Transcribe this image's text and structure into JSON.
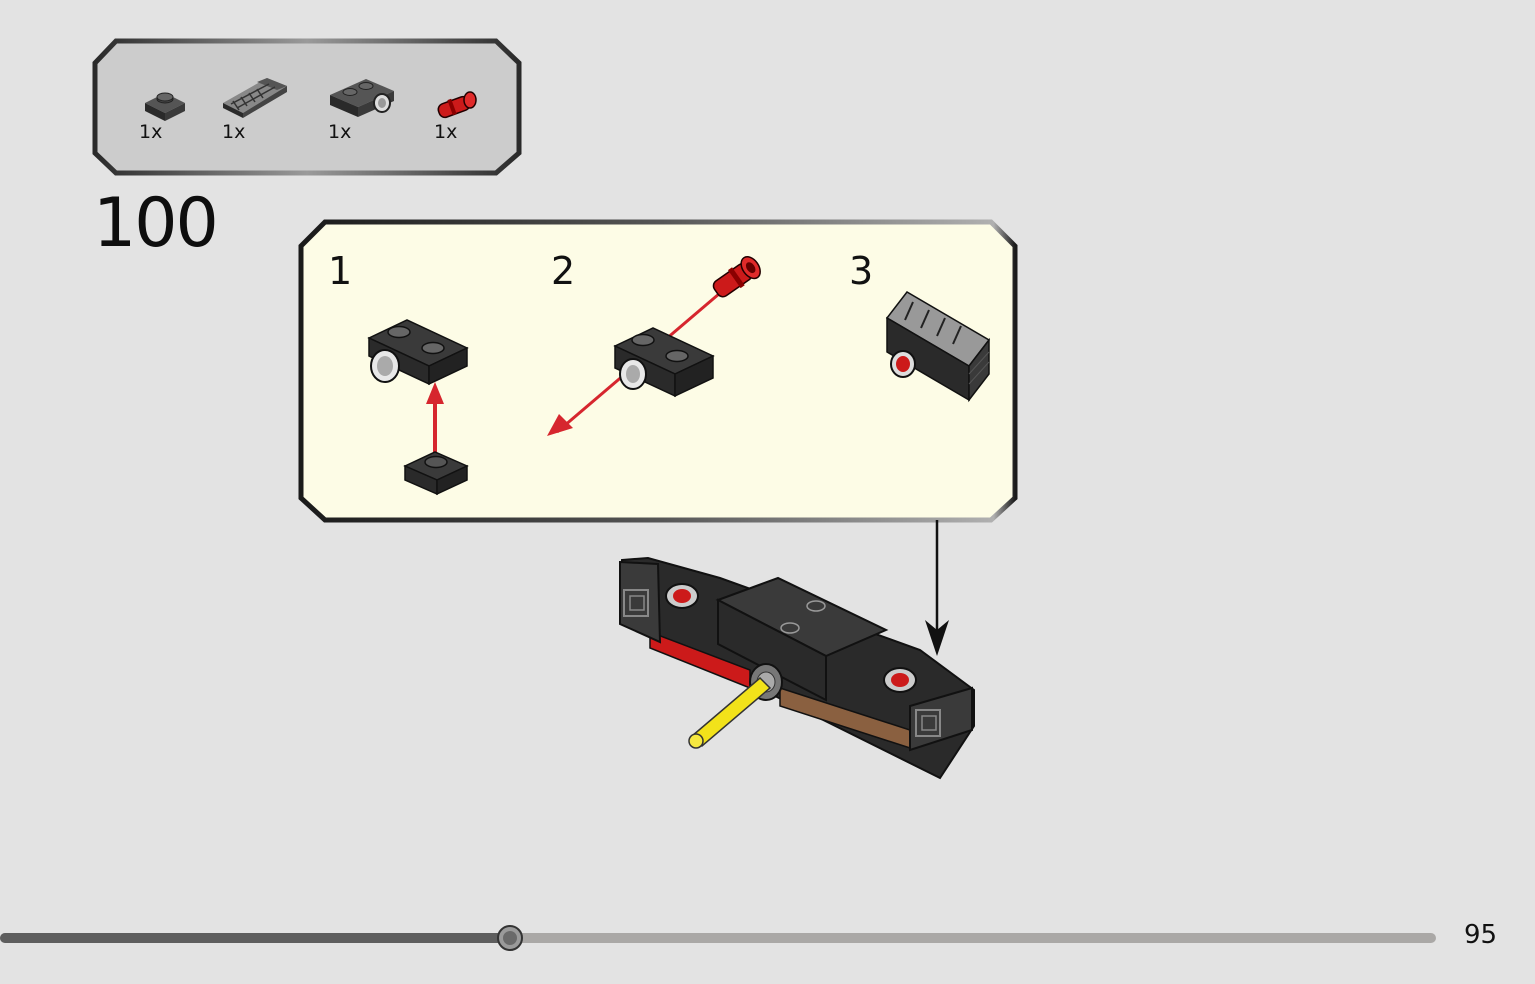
{
  "parts_list": {
    "items": [
      {
        "part": "plate-1x1-dark-gray",
        "quantity": "1x"
      },
      {
        "part": "slope-tile-grille-dark-gray",
        "quantity": "1x"
      },
      {
        "part": "plate-1x2-with-pin-hole-dark-gray",
        "quantity": "1x"
      },
      {
        "part": "technic-pin-red",
        "quantity": "1x"
      }
    ]
  },
  "step": {
    "number": "100"
  },
  "sub_steps": [
    {
      "number": "1"
    },
    {
      "number": "2"
    },
    {
      "number": "3"
    }
  ],
  "progress": {
    "fraction": 0.355
  },
  "page": {
    "number": "95"
  },
  "colors": {
    "background": "#e3e3e3",
    "callout_background": "#fdfce6",
    "part_dark_gray": "#3a3a3a",
    "pin_red": "#cc1a1a",
    "arrow_red": "#d6262e",
    "axle_yellow": "#f2e21a",
    "brown": "#8a6040"
  }
}
